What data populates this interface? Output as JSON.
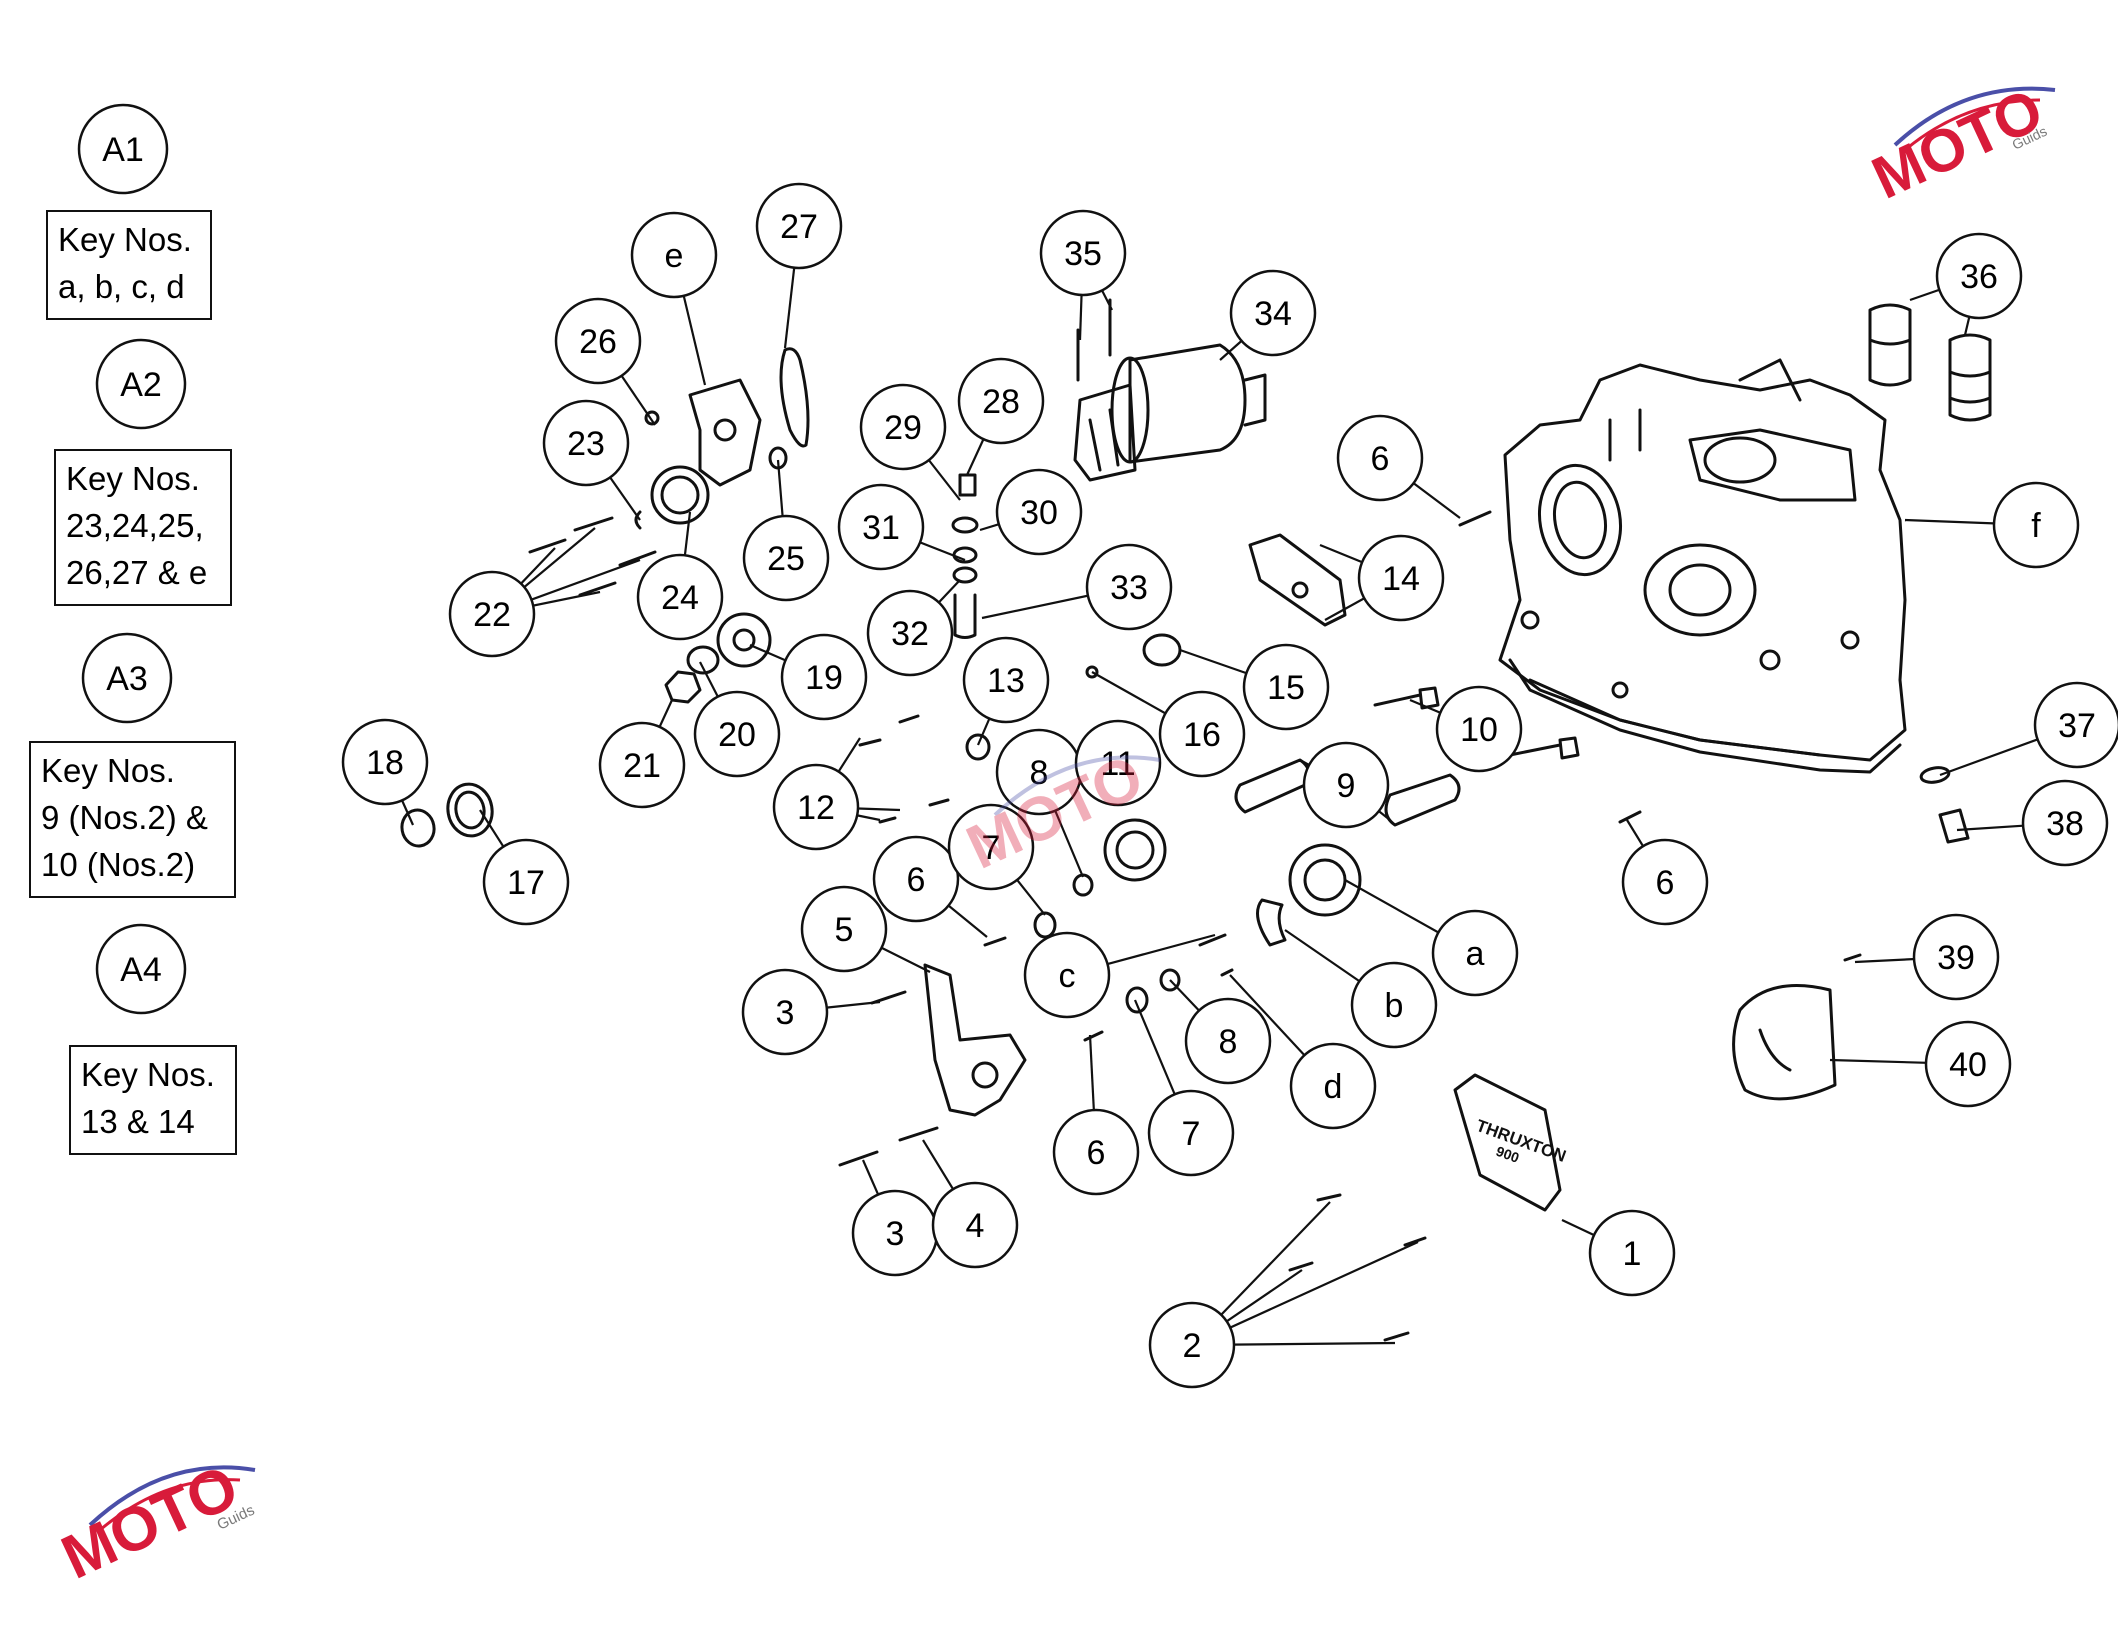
{
  "kits": [
    {
      "label": "A1",
      "lines": [
        "Key Nos.",
        "a, b, c, d"
      ]
    },
    {
      "label": "A2",
      "lines": [
        "Key Nos.",
        "23,24,25,",
        "26,27 & e"
      ]
    },
    {
      "label": "A3",
      "lines": [
        "Key Nos.",
        "9 (Nos.2) &",
        "10 (Nos.2)"
      ]
    },
    {
      "label": "A4",
      "lines": [
        "Key Nos.",
        "13 & 14"
      ]
    }
  ],
  "callouts": [
    "1",
    "2",
    "3",
    "3",
    "4",
    "5",
    "6",
    "6",
    "6",
    "6",
    "7",
    "7",
    "8",
    "8",
    "9",
    "10",
    "11",
    "12",
    "13",
    "14",
    "15",
    "16",
    "17",
    "18",
    "19",
    "20",
    "21",
    "22",
    "23",
    "24",
    "25",
    "26",
    "27",
    "28",
    "29",
    "30",
    "31",
    "32",
    "33",
    "34",
    "35",
    "36",
    "37",
    "38",
    "39",
    "40",
    "a",
    "b",
    "c",
    "d",
    "e",
    "f"
  ],
  "cover_text": [
    "THRUXTON",
    "900"
  ],
  "watermark": {
    "brand": "MOTO",
    "sub": "Guids",
    "colors": {
      "accent": "#d81b3a",
      "secondary": "#4a4fa8",
      "gray": "#7a7a7a"
    }
  }
}
